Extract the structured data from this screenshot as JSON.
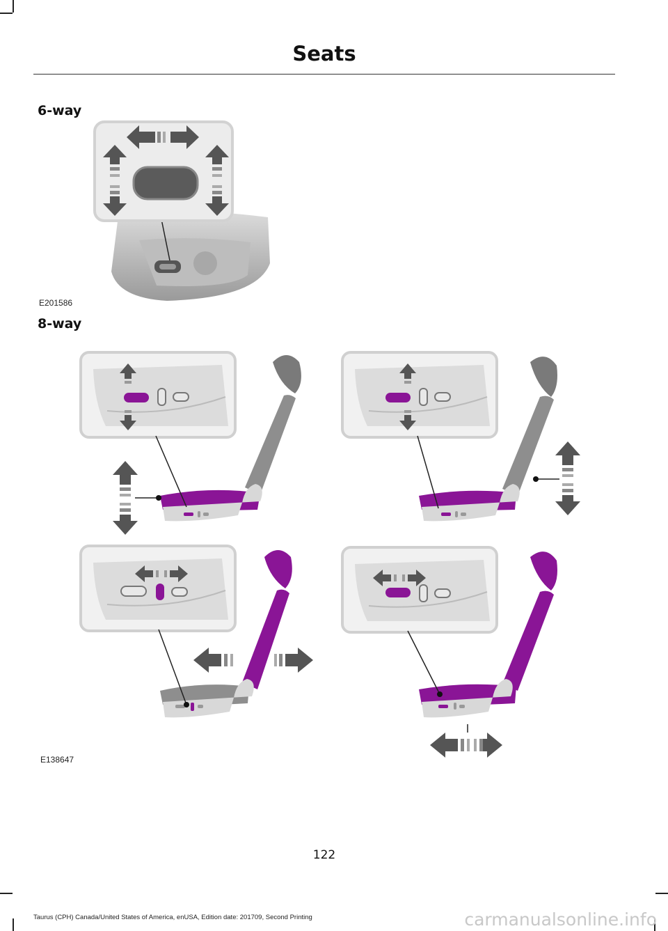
{
  "header": {
    "title": "Seats"
  },
  "sections": {
    "six_way": {
      "heading": "6-way",
      "figure_code": "E201586"
    },
    "eight_way": {
      "heading": "8-way",
      "figure_code": "E138647"
    }
  },
  "footer": {
    "page_number": "122",
    "edition_text": "Taurus (CPH) Canada/United States of America, enUSA, Edition date: 201709, Second Printing"
  },
  "watermark": "carmanualsonline.info",
  "colors": {
    "highlight": "#8a1596",
    "arrow": "#555555",
    "seat_grey": "#8e8e8e"
  }
}
